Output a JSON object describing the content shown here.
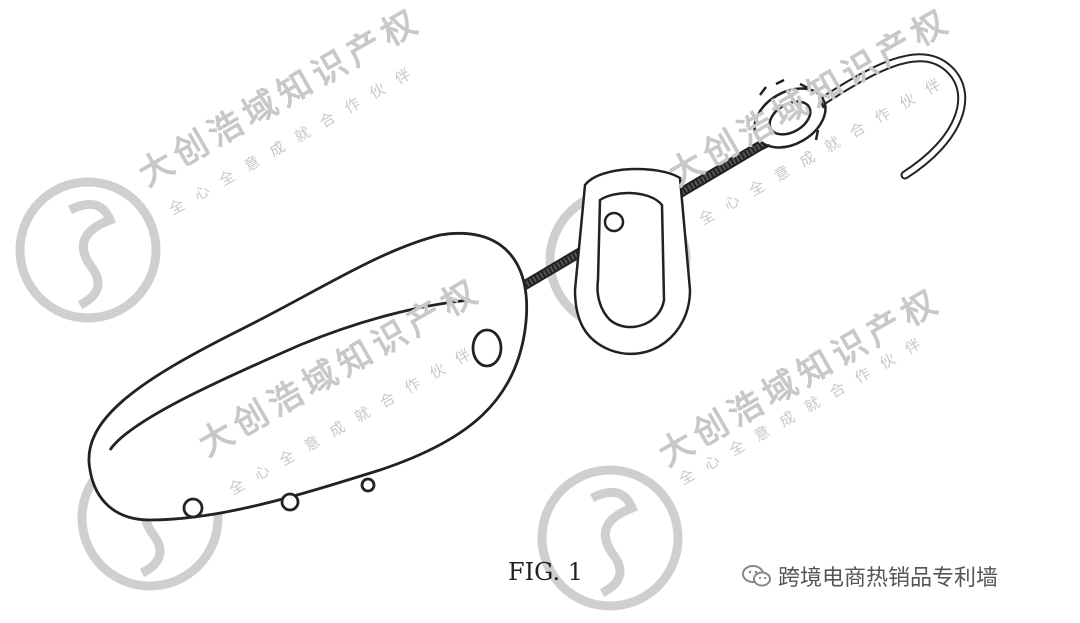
{
  "figure": {
    "label": "FIG. 1"
  },
  "watermarks": {
    "brand_text": "大创浩域知识产权",
    "slogan_text": "全心全意成就合作伙伴",
    "color": "#c8c8c8"
  },
  "footer": {
    "account_name": "跨境电商热销品专利墙",
    "icon": "wechat-icon"
  }
}
